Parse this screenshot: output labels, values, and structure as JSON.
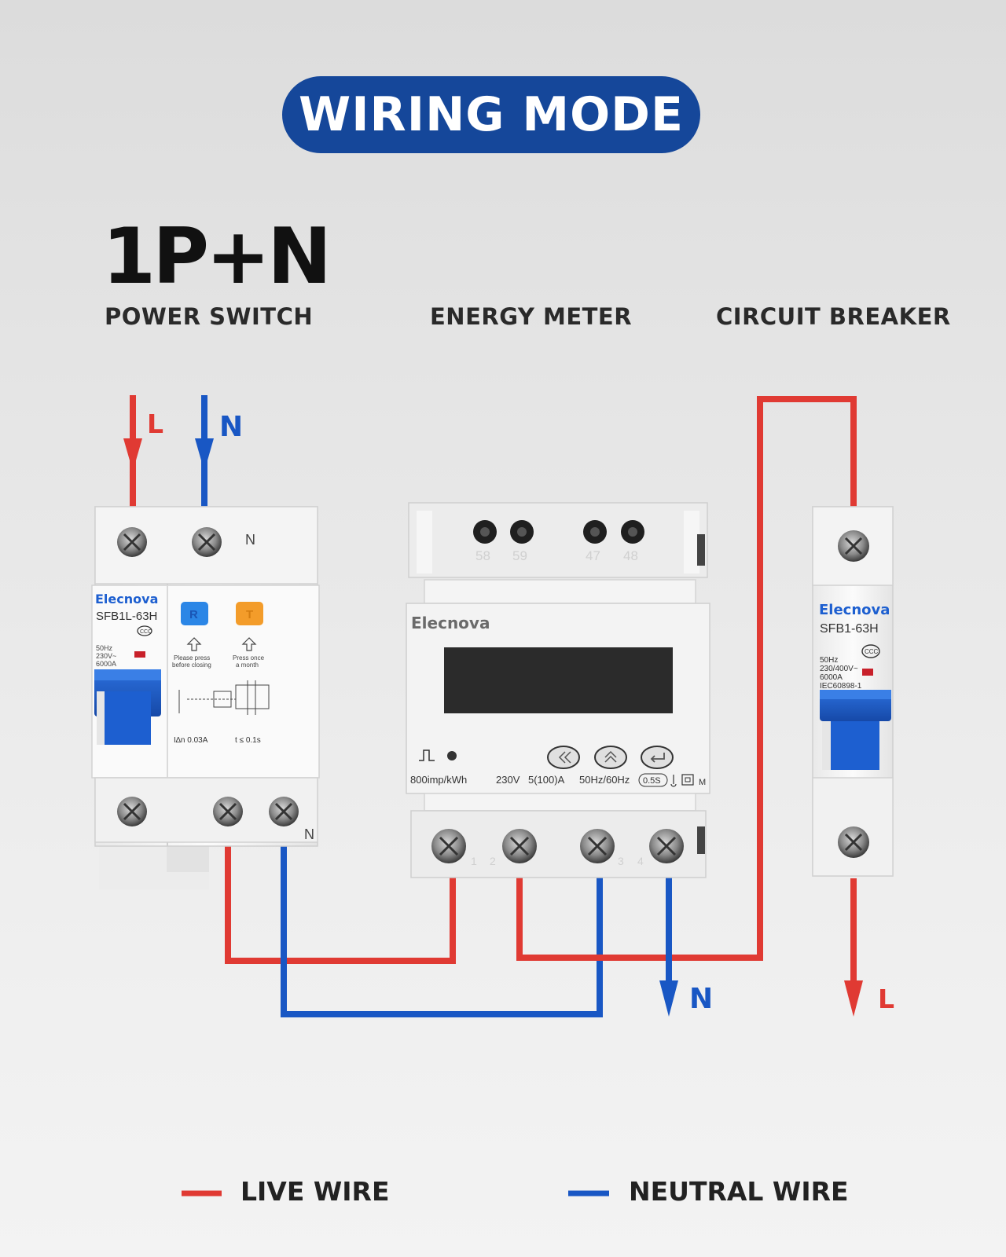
{
  "header": {
    "title": "WIRING MODE"
  },
  "mode": "1P+N",
  "devices": {
    "power_switch": {
      "label": "POWER SWITCH",
      "brand": "Elecnova",
      "model": "SFB1L-63H",
      "rating_lines": [
        "50Hz",
        "230V~",
        "6000A"
      ],
      "button_r": "R",
      "button_t": "T",
      "note_r": [
        "Please press",
        "before closing"
      ],
      "note_t": [
        "Press once",
        "a month"
      ],
      "residual_spec": "I∆n 0.03A",
      "trip_time": "t ≤ 0.1s",
      "terminal_n": "N"
    },
    "energy_meter": {
      "label": "ENERGY METER",
      "brand": "Elecnova",
      "top_terminals": [
        "58",
        "59",
        "47",
        "48"
      ],
      "bottom_terminals": [
        "1",
        "2",
        "3",
        "4"
      ],
      "spec_impulse": "800imp/kWh",
      "spec_voltage": "230V",
      "spec_current": "5(100)A",
      "spec_frequency": "50Hz/60Hz",
      "spec_class": "0.5S",
      "spec_m": "M"
    },
    "circuit_breaker": {
      "label": "CIRCUIT BREAKER",
      "brand": "Elecnova",
      "model": "SFB1-63H",
      "rating_lines": [
        "50Hz",
        "230/400V~",
        "6000A",
        "IEC60898-1"
      ]
    }
  },
  "wire_labels": {
    "in_live": "L",
    "in_neutral": "N",
    "out_neutral": "N",
    "out_live": "L"
  },
  "legend": {
    "live": "LIVE WIRE",
    "neutral": "NEUTRAL WIRE"
  },
  "colors": {
    "live": "#e03a33",
    "neutral": "#1957c4",
    "title_bg": "#15479a",
    "device_blue": "#1d5fd0",
    "test_button": "#f39c2a"
  }
}
